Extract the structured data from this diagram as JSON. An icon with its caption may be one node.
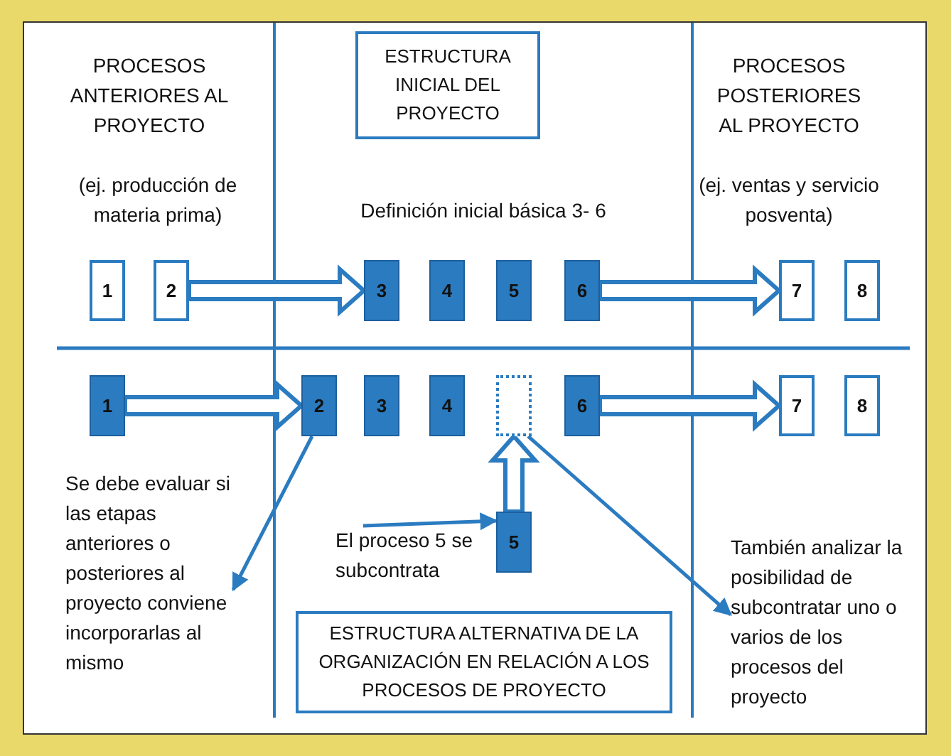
{
  "diagram": {
    "nodes": [
      {
        "text": [
          "ESTRUCTURA INICIAL DEL PROYECTO"
        ]
      },
      {
        "text": [
          "1"
        ]
      },
      {
        "text": [
          "2"
        ]
      },
      {
        "text": [
          "3"
        ]
      },
      {
        "text": [
          "4"
        ]
      },
      {
        "text": [
          "5"
        ]
      },
      {
        "text": [
          "6"
        ]
      },
      {
        "text": [
          "7"
        ]
      },
      {
        "text": [
          "8"
        ]
      },
      {
        "text": [
          "1"
        ]
      },
      {
        "text": [
          "2"
        ]
      },
      {
        "text": [
          "3"
        ]
      },
      {
        "text": [
          "4"
        ]
      },
      {
        "text": [],
        "shape": "box"
      },
      {
        "text": [
          "6"
        ]
      },
      {
        "text": [
          "7"
        ]
      },
      {
        "text": [
          "8"
        ]
      },
      {
        "text": [
          "5"
        ]
      },
      {
        "text": [
          "Se debe evaluar si las etapas anteriores o posteriores al proyecto conviene incorporarlas al mismo"
        ]
      },
      {
        "text": [
          "El proceso 5 se subcontrata"
        ]
      },
      {
        "text": [
          "También analizar la posibilidad de subcontratar uno o varios de los procesos del proyecto"
        ]
      },
      {
        "text": [
          "ESTRUCTURA ALTERNATIVA DE LA ORGANIZACIÓN EN RELACIÓN A LOS PROCESOS DE PROYECTO"
        ]
      }
    ],
    "edges": [
      {
        "from": 2,
        "to": 3,
        "arrow": "to",
        "style": "thick"
      },
      {
        "from": 6,
        "to": 7,
        "arrow": "to",
        "style": "thick"
      },
      {
        "from": 9,
        "to": 10,
        "arrow": "to",
        "style": "thick"
      },
      {
        "from": 14,
        "to": 15,
        "arrow": "to",
        "style": "thick"
      },
      {
        "from": 17,
        "to": 13,
        "arrow": "to",
        "style": "thick"
      },
      {
        "from": 19,
        "to": 17,
        "arrow": "to"
      },
      {
        "from": 10,
        "to": 18,
        "arrow": "to"
      },
      {
        "from": 13,
        "to": 20,
        "arrow": "to"
      }
    ],
    "labels": [
      "PROCESOS ANTERIORES AL PROYECTO",
      "PROCESOS POSTERIORES AL PROYECTO",
      "(ej. producción de materia prima)",
      "(ej. ventas y servicio posventa)",
      "Definición inicial básica 3- 6"
    ]
  }
}
